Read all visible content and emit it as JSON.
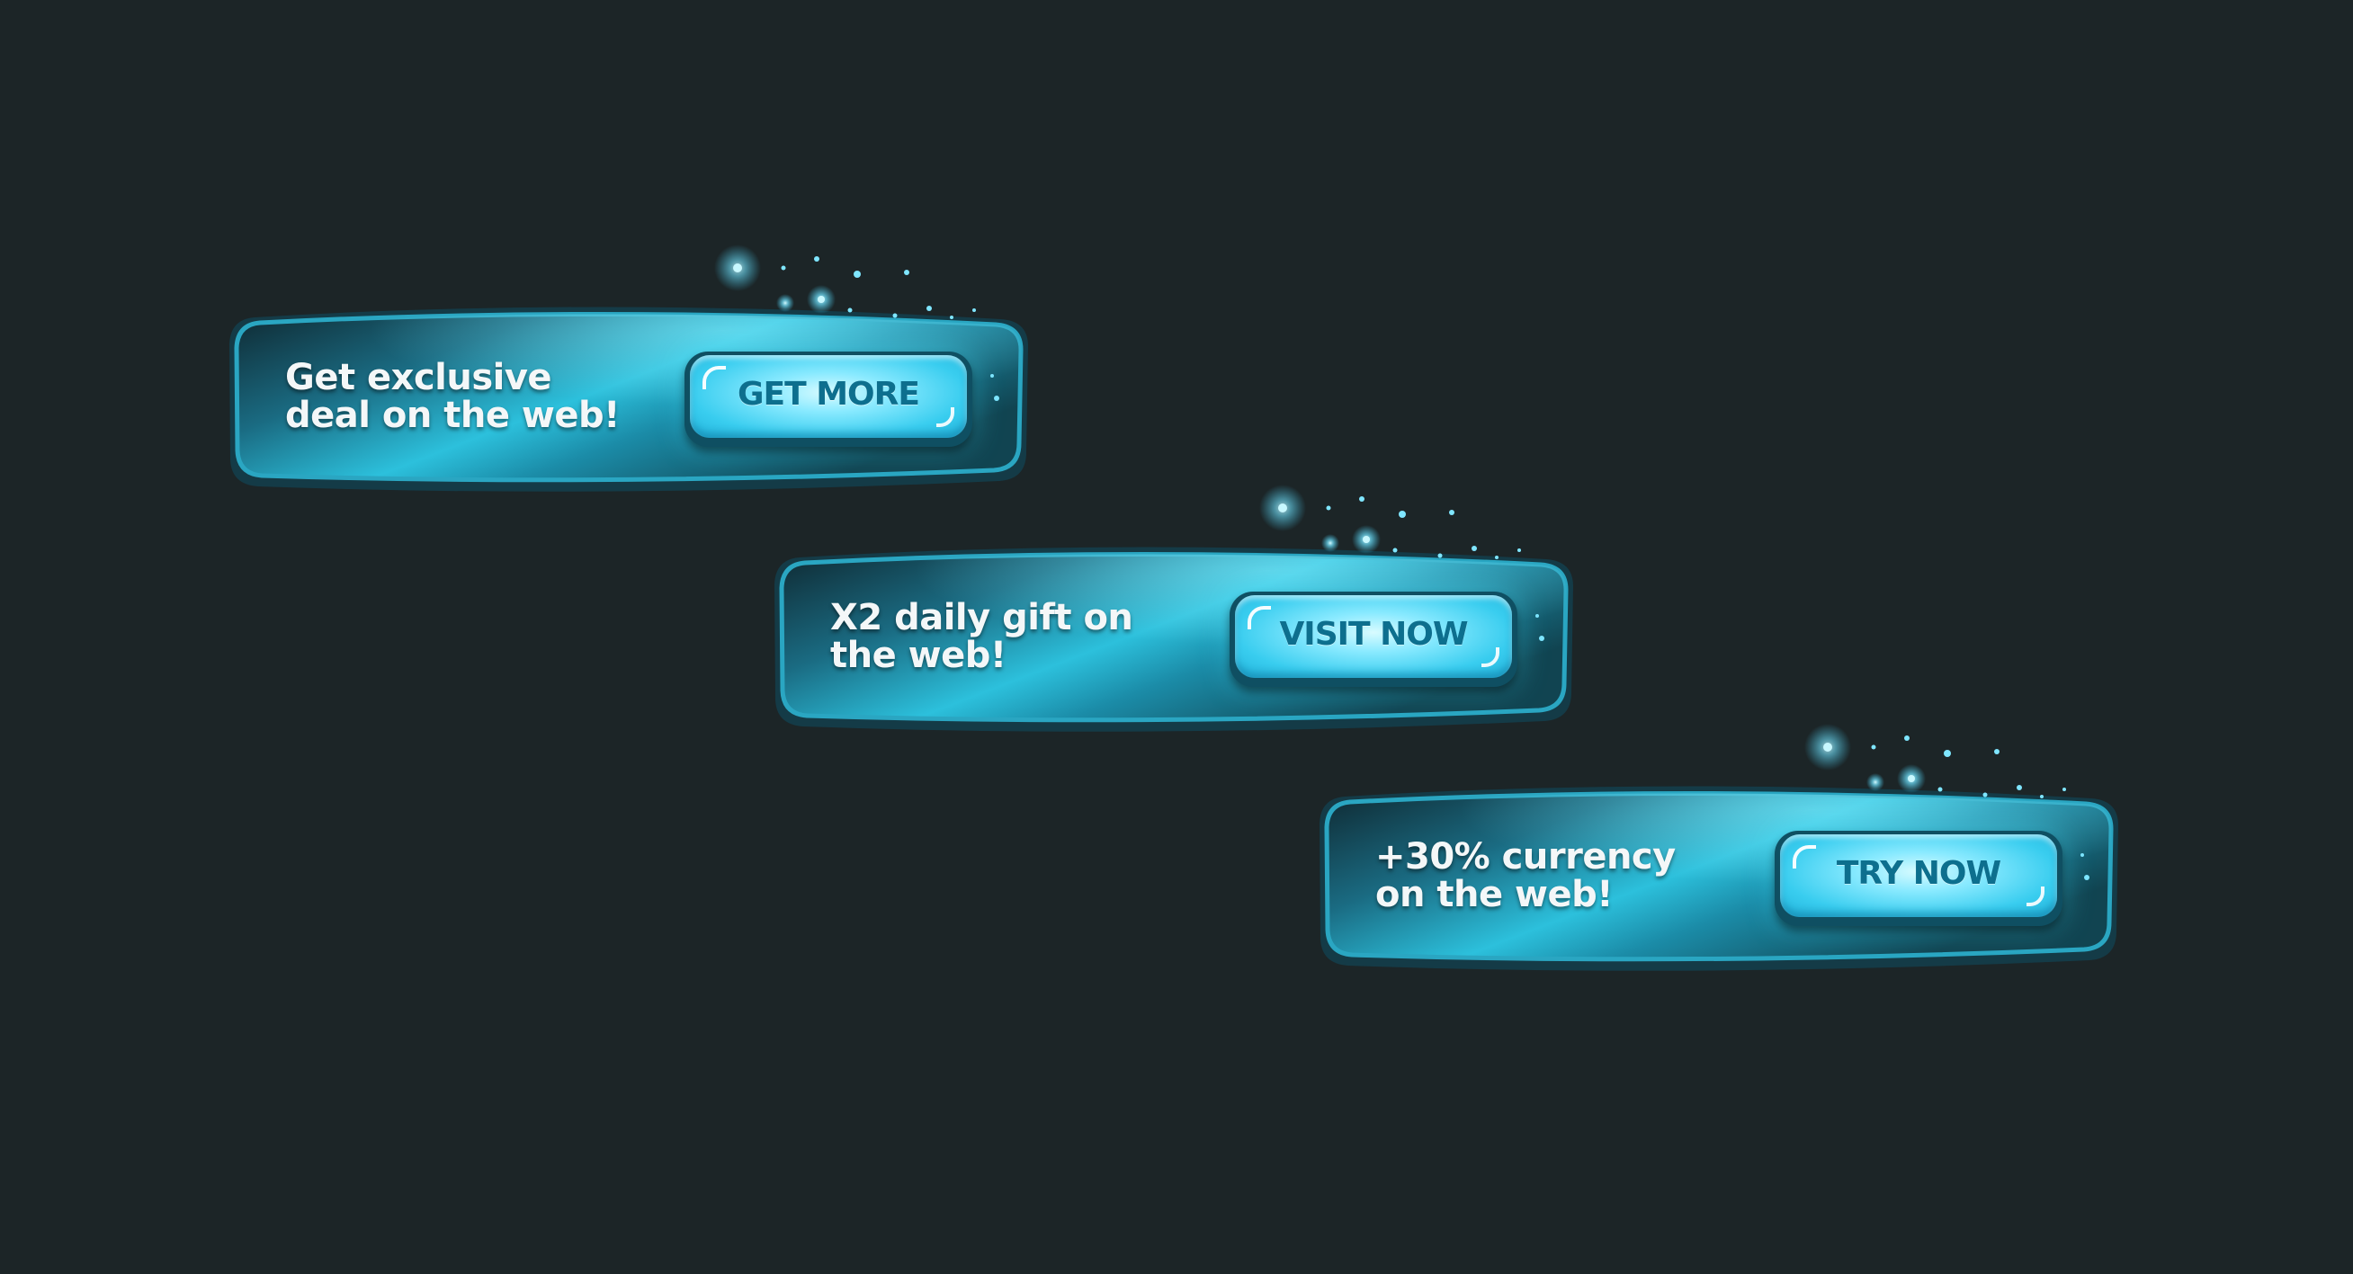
{
  "colors": {
    "background": "#1c2527",
    "banner_dark": "#123742",
    "banner_light": "#27b9d6",
    "rim": "#2a9cb8",
    "button_glow": "#39cdef",
    "button_text": "#0d6f8e",
    "text": "#f4f7f8"
  },
  "banners": [
    {
      "line1": "Get exclusive",
      "line2": "deal on the web!",
      "button_label": "GET MORE"
    },
    {
      "line1": "X2 daily gift on",
      "line2": "the web!",
      "button_label": "VISIT NOW"
    },
    {
      "line1": "+30% currency",
      "line2": "on the web!",
      "button_label": "TRY NOW"
    }
  ]
}
